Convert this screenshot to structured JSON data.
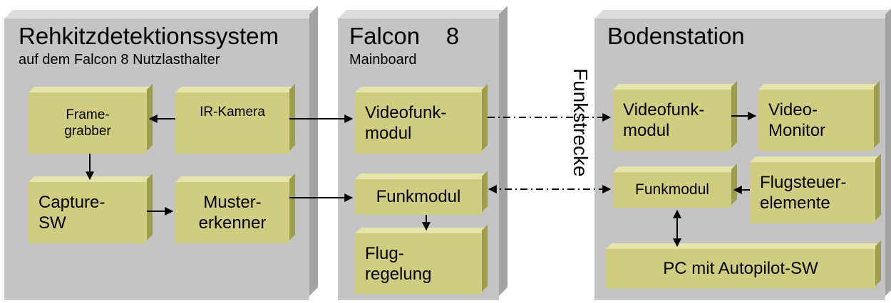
{
  "panels": {
    "rehkitz": {
      "title": "Rehkitzdetektionssystem",
      "subtitle": "auf dem Falcon 8 Nutzlasthalter"
    },
    "falcon": {
      "title": "Falcon    8",
      "subtitle": "Mainboard"
    },
    "boden": {
      "title": "Bodenstation"
    }
  },
  "boxes": {
    "framegrabber": [
      "Frame-",
      "grabber"
    ],
    "ir_kamera": [
      "IR-Kamera"
    ],
    "capture_sw": [
      "Capture-",
      "SW"
    ],
    "mustererkenner": [
      "Muster-",
      "erkenner"
    ],
    "videofunk_falcon": [
      "Videofunk-",
      "modul"
    ],
    "funkmodul_falcon": [
      "Funkmodul"
    ],
    "flugregelung": [
      "Flug-",
      "regelung"
    ],
    "videofunk_boden": [
      "Videofunk-",
      "modul"
    ],
    "video_monitor": [
      "Video-",
      "Monitor"
    ],
    "funkmodul_boden": [
      "Funkmodul"
    ],
    "flugsteuerelemente": [
      "Flugsteuer-",
      "elemente"
    ],
    "pc_autopilot": [
      "PC mit Autopilot-SW"
    ]
  },
  "link_label": "Funkstrecke",
  "colors": {
    "panel": "#c4c4c4",
    "box": "#cfcd80",
    "line": "#000000"
  }
}
